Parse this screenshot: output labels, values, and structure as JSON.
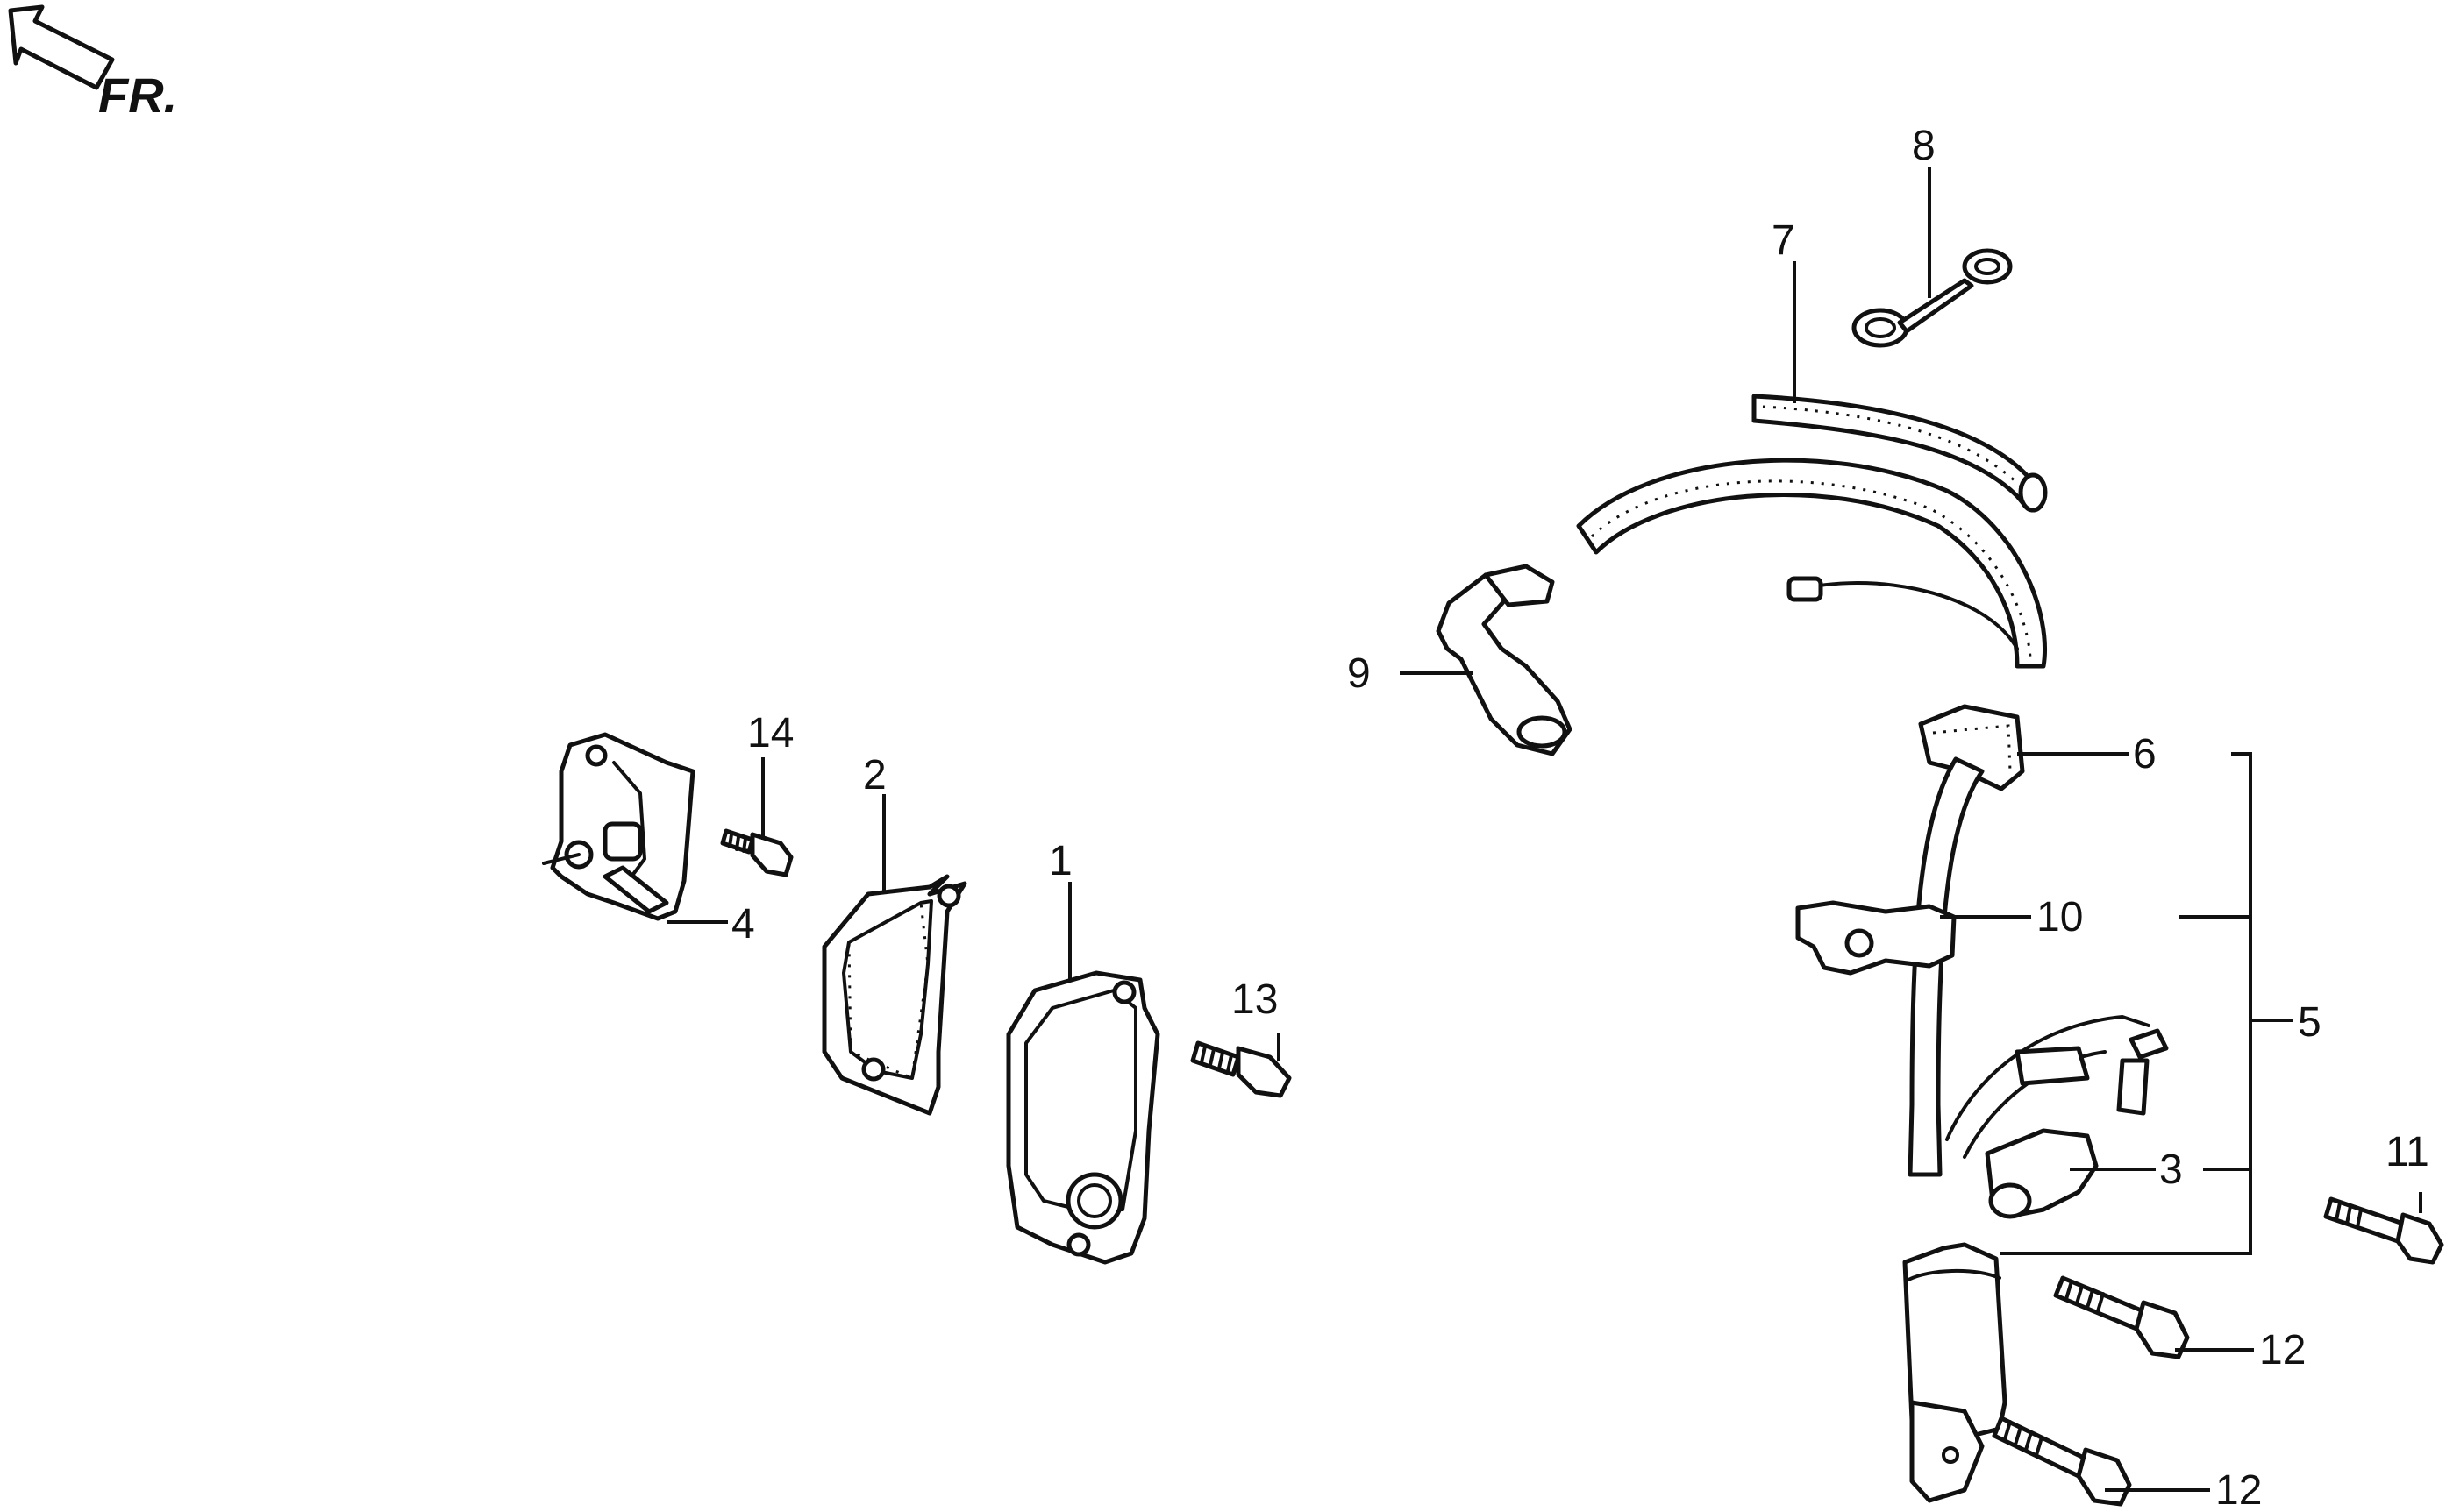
{
  "direction_marker": {
    "text": "FR."
  },
  "callouts": [
    {
      "id": "c1",
      "text": "1"
    },
    {
      "id": "c2",
      "text": "2"
    },
    {
      "id": "c3",
      "text": "3"
    },
    {
      "id": "c4",
      "text": "4"
    },
    {
      "id": "c5",
      "text": "5"
    },
    {
      "id": "c6",
      "text": "6"
    },
    {
      "id": "c7",
      "text": "7"
    },
    {
      "id": "c8",
      "text": "8"
    },
    {
      "id": "c9",
      "text": "9"
    },
    {
      "id": "c10",
      "text": "10"
    },
    {
      "id": "c11",
      "text": "11"
    },
    {
      "id": "c12a",
      "text": "12"
    },
    {
      "id": "c12b",
      "text": "12"
    },
    {
      "id": "c13",
      "text": "13"
    },
    {
      "id": "c14",
      "text": "14"
    }
  ]
}
